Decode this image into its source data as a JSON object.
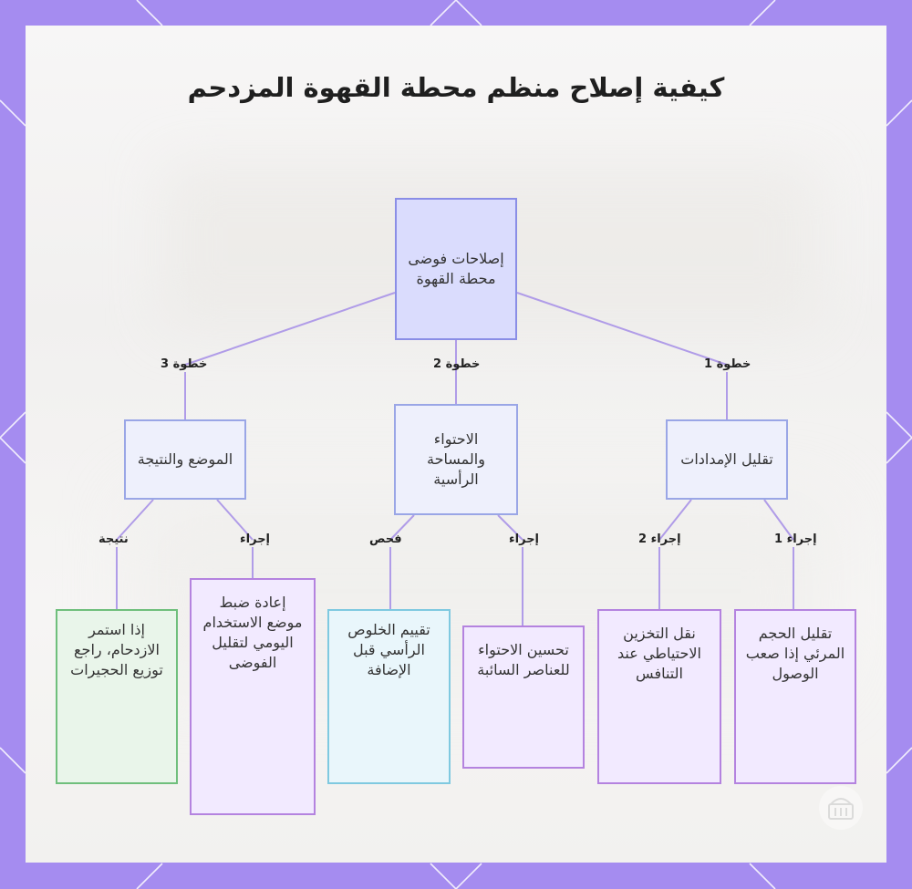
{
  "title": "كيفية إصلاح منظم محطة القهوة المزدحم",
  "nodes": {
    "root": "إصلاحات فوضى محطة القهوة",
    "step1": "تقليل الإمدادات",
    "step2": "الاحتواء والمساحة الرأسية",
    "step3": "الموضع والنتيجة",
    "leaf1": "تقليل الحجم المرئي إذا صعب الوصول",
    "leaf2": "نقل التخزين الاحتياطي عند التنافس",
    "leaf3": "تحسين الاحتواء للعناصر السائبة",
    "leaf4": "تقييم الخلوص الرأسي قبل الإضافة",
    "leaf5": "إعادة ضبط موضع الاستخدام اليومي لتقليل الفوضى",
    "leaf6": "إذا استمر الازدحام، راجع توزيع الحجيرات"
  },
  "edges": {
    "step1": "خطوة 1",
    "step2": "خطوة 2",
    "step3": "خطوة 3",
    "action1": "إجراء 1",
    "action2": "إجراء 2",
    "action3": "إجراء",
    "check": "فحص",
    "action4": "إجراء",
    "result": "نتيجة"
  },
  "colors": {
    "border": "#a58cf0",
    "connector": "#b09ce8",
    "root_fill": "#dadcfd",
    "step_fill": "#eef0fc",
    "action_fill": "#f2eaff",
    "check_fill": "#e9f6fb",
    "result_fill": "#e9f5ea"
  },
  "icons": {
    "watermark": "watermark-logo-icon"
  }
}
